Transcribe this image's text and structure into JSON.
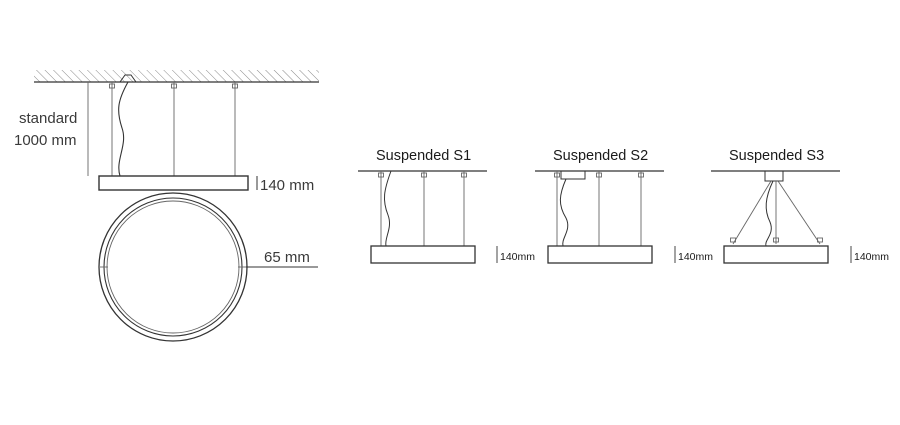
{
  "main_drawing": {
    "cable_length_label_line1": "standard",
    "cable_length_label_line2": "1000 mm",
    "height_label": "140 mm",
    "width_label": "65 mm"
  },
  "variants": [
    {
      "title": "Suspended S1",
      "height_label": "140mm"
    },
    {
      "title": "Suspended S2",
      "height_label": "140mm"
    },
    {
      "title": "Suspended S3",
      "height_label": "140mm"
    }
  ],
  "colors": {
    "line": "#333333",
    "hatch": "#7a7a7a",
    "text": "#3a3a3a"
  }
}
